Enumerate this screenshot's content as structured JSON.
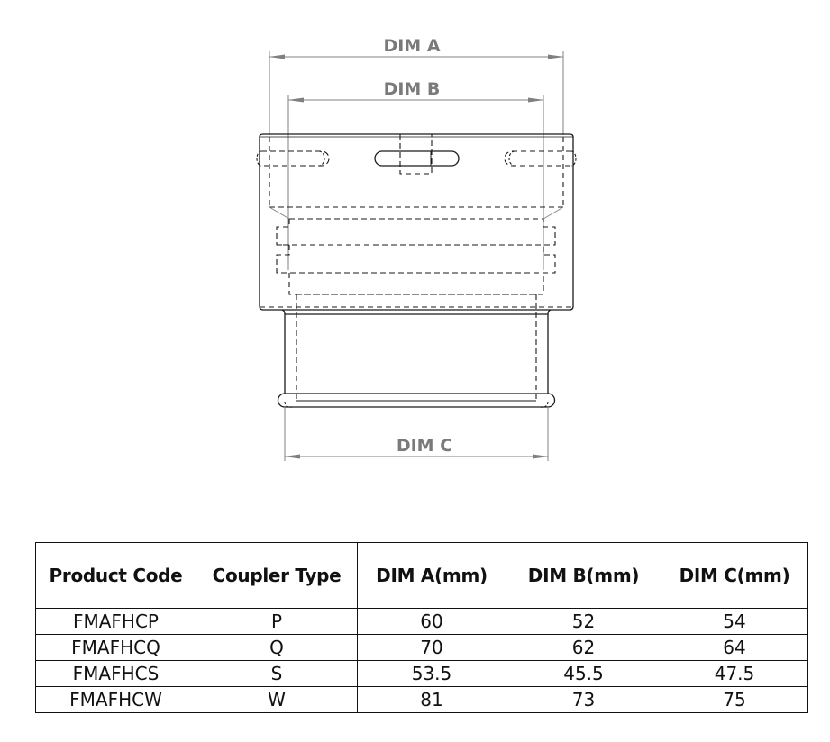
{
  "drawing": {
    "labels": {
      "dim_a": "DIM A",
      "dim_b": "DIM B",
      "dim_c": "DIM C"
    },
    "colors": {
      "outline": "#1a1a1a",
      "hidden_line": "#1a1a1a",
      "dimension": "#808080",
      "label": "#7a7a7a"
    }
  },
  "table": {
    "headers": [
      "Product Code",
      "Coupler Type",
      "DIM A(mm)",
      "DIM B(mm)",
      "DIM C(mm)"
    ],
    "rows": [
      [
        "FMAFHCP",
        "P",
        "60",
        "52",
        "54"
      ],
      [
        "FMAFHCQ",
        "Q",
        "70",
        "62",
        "64"
      ],
      [
        "FMAFHCS",
        "S",
        "53.5",
        "45.5",
        "47.5"
      ],
      [
        "FMAFHCW",
        "W",
        "81",
        "73",
        "75"
      ]
    ]
  }
}
